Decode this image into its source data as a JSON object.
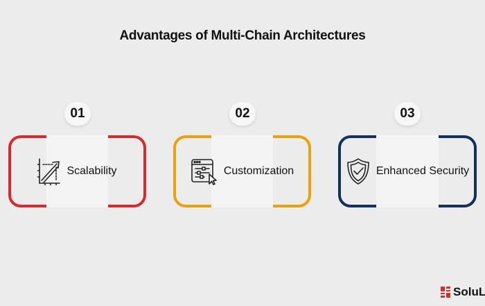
{
  "title": "Advantages of Multi-Chain Architectures",
  "steps": [
    {
      "number": "01",
      "label": "Scalability",
      "icon": "growth-chart-icon",
      "color": "#d52b2f"
    },
    {
      "number": "02",
      "label": "Customization",
      "icon": "settings-panel-icon",
      "color": "#eba10c"
    },
    {
      "number": "03",
      "label": "Enhanced Security",
      "icon": "shield-check-icon",
      "color": "#12305f"
    }
  ],
  "brand": {
    "name": "SoluL",
    "color": "#d52b2f"
  }
}
